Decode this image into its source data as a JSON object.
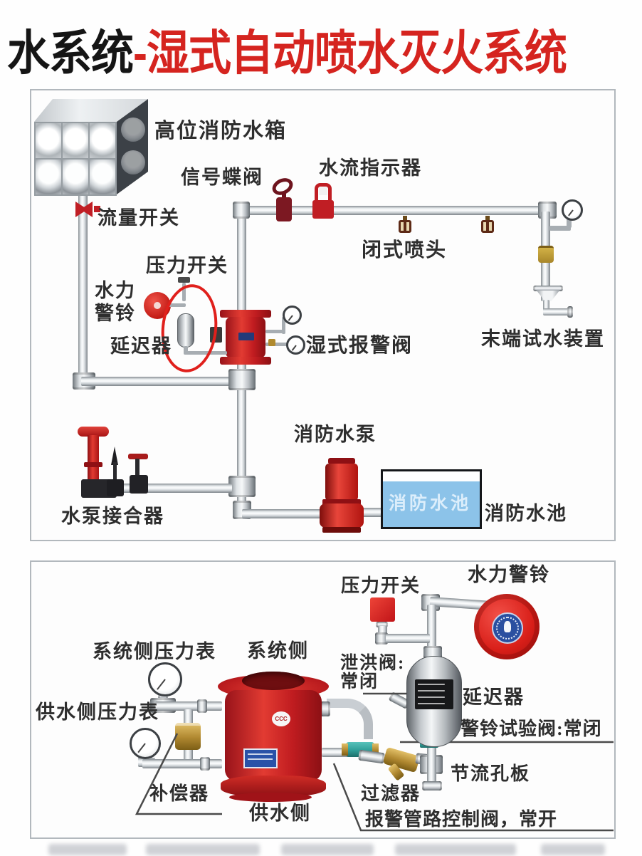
{
  "title": {
    "black": "水系统",
    "red": "-湿式自动喷水灭火系统"
  },
  "d1": {
    "tank": "高位消防水箱",
    "signal_valve": "信号蝶阀",
    "flow_indicator": "水流指示器",
    "flow_switch": "流量开关",
    "pressure_switch": "压力开关",
    "bell_l1": "水力",
    "bell_l2": "警铃",
    "retarder": "延迟器",
    "alarm_valve": "湿式报警阀",
    "sprinkler": "闭式喷头",
    "end_test": "末端试水装置",
    "pump": "消防水泵",
    "pump_connector": "水泵接合器",
    "pool": "消防水池",
    "pool_mark": "消防水池"
  },
  "d2": {
    "pressure_switch": "压力开关",
    "bell": "水力警铃",
    "sys_gauge": "系统侧压力表",
    "sys_side": "系统侧",
    "supply_gauge": "供水侧压力表",
    "drain_l1": "泄洪阀:",
    "drain_l2": "常闭",
    "retarder": "延迟器",
    "bell_test": "警铃试验阀:常闭",
    "orifice": "节流孔板",
    "compensator": "补偿器",
    "filter": "过滤器",
    "supply_side": "供水侧",
    "control_valve": "报警管路控制阀，常开",
    "ccc_mark": "CCC"
  },
  "colors": {
    "title_black": "#151515",
    "title_red": "#d5241f",
    "equipment_red": "#c01c20",
    "dark_red_valve": "#7c1822",
    "bell_red": "#d81e18",
    "logo_blue": "#2a4fa0",
    "pool_water": "#8cc3e9",
    "brass": "#b08830",
    "teal_valve": "#2f9e98",
    "pipe_silver": "#cfd4d8",
    "annotation_red": "#e0201c",
    "label_color": "#2e2e2e",
    "panel_border": "#b2b8bd"
  }
}
